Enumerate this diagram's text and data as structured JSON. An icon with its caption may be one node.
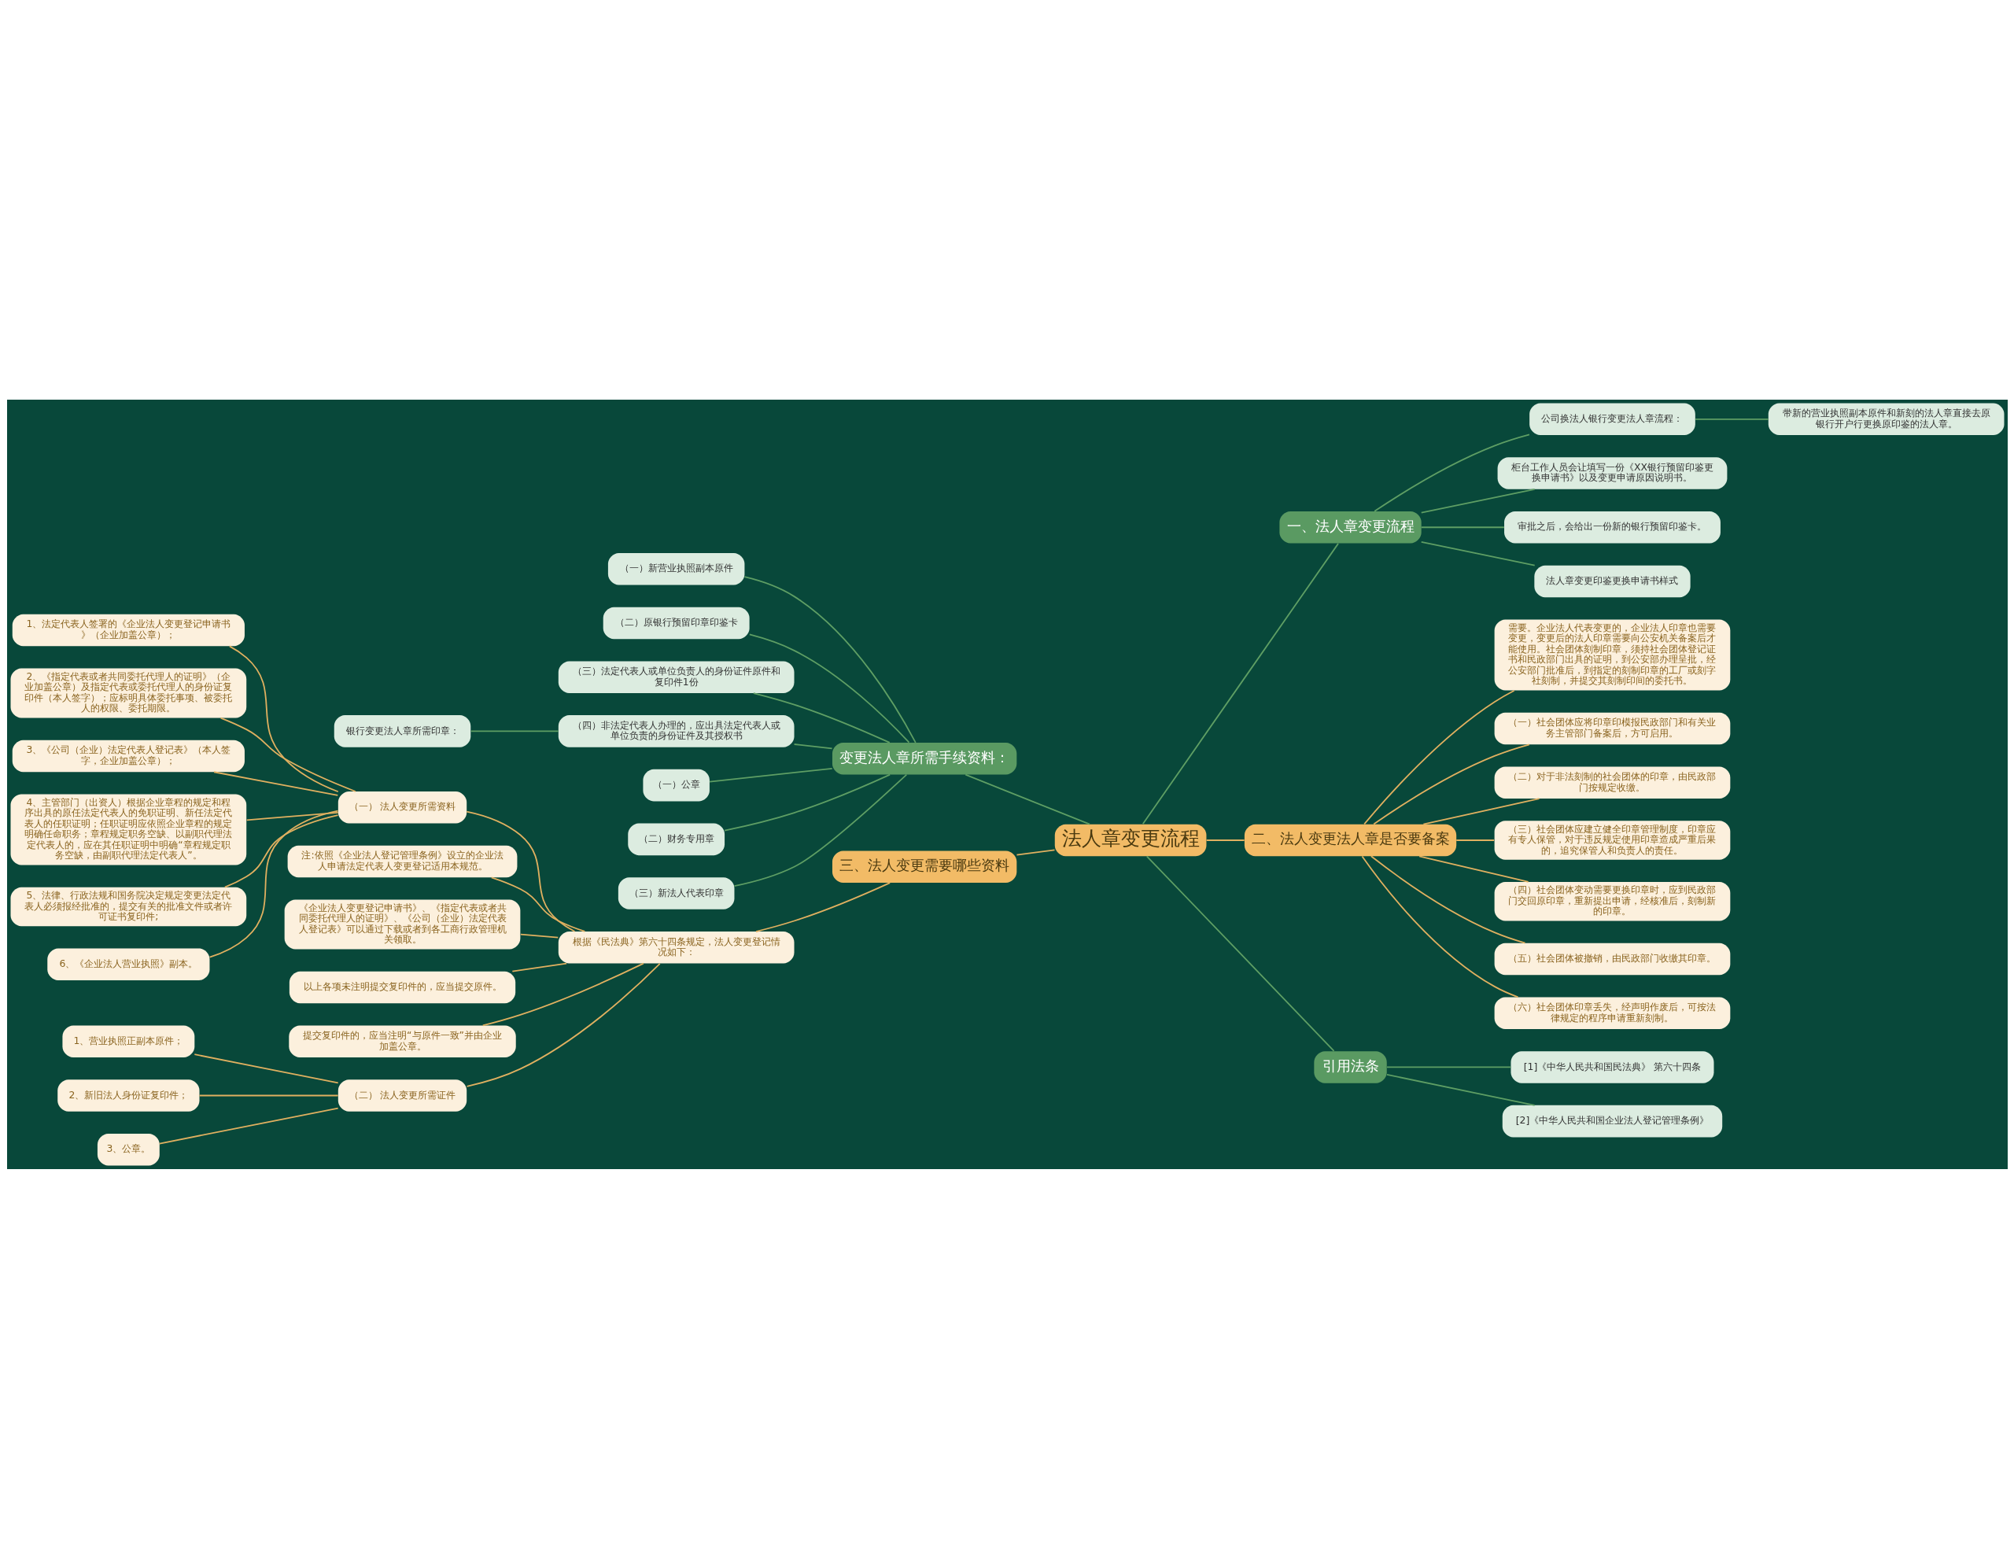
{
  "diagram": {
    "nodes": [
      {
        "text": [
          "法人章变更流程"
        ]
      },
      {
        "text": [
          "变更法人章所需手续资料："
        ]
      },
      {
        "text": [
          "（一）新营业执照副本原件"
        ]
      },
      {
        "text": [
          "（二）原银行预留印章印鉴卡"
        ]
      },
      {
        "text": [
          "（三）法定代表人或单位负责人的身份证件原件和复印件1份"
        ]
      },
      {
        "text": [
          "（四）非法定代表人办理的，应出具法定代表人或单位负责的身份证件及其授权书"
        ]
      },
      {
        "text": [
          "银行变更法人章所需印章："
        ]
      },
      {
        "text": [
          "（一）公章"
        ]
      },
      {
        "text": [
          "（二）财务专用章"
        ]
      },
      {
        "text": [
          "（三）新法人代表印章"
        ]
      },
      {
        "text": [
          "三、法人变更需要哪些资料"
        ]
      },
      {
        "text": [
          "根据《民法典》第六十四条规定，法人变更登记情况如下："
        ]
      },
      {
        "text": [
          "（一） 法人变更所需资料"
        ]
      },
      {
        "text": [
          "1、法定代表人签署的《企业法人变更登记申请书》（企业加盖公章）；"
        ]
      },
      {
        "text": [
          "2、《指定代表或者共同委托代理人的证明》（企业加盖公章）及指定代表或委托代理人的身份证复印件（本人签字）；应标明具体委托事项、被委托人的权限、委托期限。"
        ]
      },
      {
        "text": [
          "3、《公司（企业）法定代表人登记表》（本人签字，企业加盖公章）；"
        ]
      },
      {
        "text": [
          "4、主管部门（出资人）根据企业章程的规定和程序出具的原任法定代表人的免职证明、新任法定代表人的任职证明；任职证明应依照企业章程的规定明确任命职务；章程规定职务空缺、以副职代理法定代表人的，应在其任职证明中明确“章程规定职务空缺，由副职代理法定代表人”。"
        ]
      },
      {
        "text": [
          "5、法律、行政法规和国务院决定规定变更法定代表人必须报经批准的，提交有关的批准文件或者许可证书复印件;"
        ]
      },
      {
        "text": [
          "6、《企业法人营业执照》副本。"
        ]
      },
      {
        "text": [
          "注:依照《企业法人登记管理条例》设立的企业法人申请法定代表人变更登记适用本规范。"
        ]
      },
      {
        "text": [
          "《企业法人变更登记申请书》、《指定代表或者共同委托代理人的证明》、《公司（企业）法定代表人登记表》可以通过下载或者到各工商行政管理机关领取。"
        ]
      },
      {
        "text": [
          "以上各项未注明提交复印件的，应当提交原件。"
        ]
      },
      {
        "text": [
          "提交复印件的，应当注明“与原件一致”并由企业加盖公章。"
        ]
      },
      {
        "text": [
          "（二） 法人变更所需证件"
        ]
      },
      {
        "text": [
          "1、营业执照正副本原件；"
        ]
      },
      {
        "text": [
          "2、新旧法人身份证复印件；"
        ]
      },
      {
        "text": [
          "3、公章。"
        ]
      },
      {
        "text": [
          "一、法人章变更流程"
        ]
      },
      {
        "text": [
          "公司换法人银行变更法人章流程："
        ]
      },
      {
        "text": [
          "带新的营业执照副本原件和新刻的法人章直接去原银行开户行更换原印鉴的法人章。"
        ]
      },
      {
        "text": [
          "柜台工作人员会让填写一份《XX银行预留印鉴更换申请书》以及变更申请原因说明书。"
        ]
      },
      {
        "text": [
          "审批之后，会给出一份新的银行预留印鉴卡。"
        ]
      },
      {
        "text": [
          "法人章变更印鉴更换申请书样式"
        ]
      },
      {
        "text": [
          "二、法人变更法人章是否要备案"
        ]
      },
      {
        "text": [
          "需要。企业法人代表变更的，企业法人印章也需要变更，变更后的法人印章需要向公安机关备案后才能使用。社会团体刻制印章，须持社会团体登记证书和民政部门出具的证明，到公安部办理呈批，经公安部门批准后，到指定的刻制印章的工厂或刻字社刻制，并提交其刻制印间的委托书。"
        ]
      },
      {
        "text": [
          "（一）社会团体应将印章印模报民政部门和有关业务主管部门备案后，方可启用。"
        ]
      },
      {
        "text": [
          "（二）对于非法刻制的社会团体的印章，由民政部门按规定收缴。"
        ]
      },
      {
        "text": [
          "（三）社会团体应建立健全印章管理制度，印章应有专人保管，对于违反规定使用印章造成严重后果的，追究保管人和负责人的责任。"
        ]
      },
      {
        "text": [
          "（四）社会团体变动需要更换印章时，应到民政部门交回原印章，重新提出申请，经核准后，刻制新的印章。"
        ]
      },
      {
        "text": [
          "（五）社会团体被撤销，由民政部门收缴其印章。"
        ]
      },
      {
        "text": [
          "（六）社会团体印章丢失，经声明作废后，可按法律规定的程序申请重新刻制。"
        ]
      },
      {
        "text": [
          "引用法条"
        ]
      },
      {
        "text": [
          "[1]《中华人民共和国民法典》 第六十四条"
        ]
      },
      {
        "text": [
          "[2]《中华人民共和国企业法人登记管理条例》"
        ]
      }
    ],
    "edges": [
      {
        "from": 0,
        "to": 1,
        "arrow": "none",
        "color": "#5e9e64"
      },
      {
        "from": 1,
        "to": 2,
        "arrow": "none",
        "color": "#5e9e64"
      },
      {
        "from": 1,
        "to": 3,
        "arrow": "none",
        "color": "#5e9e64"
      },
      {
        "from": 1,
        "to": 4,
        "arrow": "none",
        "color": "#5e9e64"
      },
      {
        "from": 1,
        "to": 5,
        "arrow": "none",
        "color": "#5e9e64"
      },
      {
        "from": 5,
        "to": 6,
        "arrow": "none",
        "color": "#5e9e64"
      },
      {
        "from": 1,
        "to": 7,
        "arrow": "none",
        "color": "#5e9e64"
      },
      {
        "from": 1,
        "to": 8,
        "arrow": "none",
        "color": "#5e9e64"
      },
      {
        "from": 1,
        "to": 9,
        "arrow": "none",
        "color": "#5e9e64"
      },
      {
        "from": 0,
        "to": 10,
        "arrow": "none"
      },
      {
        "from": 10,
        "to": 11,
        "arrow": "none"
      },
      {
        "from": 11,
        "to": 12,
        "arrow": "none"
      },
      {
        "from": 12,
        "to": 13,
        "arrow": "none"
      },
      {
        "from": 12,
        "to": 14,
        "arrow": "none"
      },
      {
        "from": 12,
        "to": 15,
        "arrow": "none"
      },
      {
        "from": 12,
        "to": 16,
        "arrow": "none"
      },
      {
        "from": 12,
        "to": 17,
        "arrow": "none"
      },
      {
        "from": 12,
        "to": 18,
        "arrow": "none"
      },
      {
        "from": 11,
        "to": 19,
        "arrow": "none"
      },
      {
        "from": 11,
        "to": 20,
        "arrow": "none"
      },
      {
        "from": 11,
        "to": 21,
        "arrow": "none"
      },
      {
        "from": 11,
        "to": 22,
        "arrow": "none"
      },
      {
        "from": 11,
        "to": 23,
        "arrow": "none"
      },
      {
        "from": 23,
        "to": 24,
        "arrow": "none"
      },
      {
        "from": 23,
        "to": 25,
        "arrow": "none"
      },
      {
        "from": 23,
        "to": 26,
        "arrow": "none"
      },
      {
        "from": 0,
        "to": 27,
        "arrow": "none",
        "color": "#5e9e64"
      },
      {
        "from": 27,
        "to": 28,
        "arrow": "none",
        "color": "#5e9e64"
      },
      {
        "from": 28,
        "to": 29,
        "arrow": "none",
        "color": "#5e9e64"
      },
      {
        "from": 27,
        "to": 30,
        "arrow": "none",
        "color": "#5e9e64"
      },
      {
        "from": 27,
        "to": 31,
        "arrow": "none",
        "color": "#5e9e64"
      },
      {
        "from": 27,
        "to": 32,
        "arrow": "none",
        "color": "#5e9e64"
      },
      {
        "from": 0,
        "to": 33,
        "arrow": "none"
      },
      {
        "from": 33,
        "to": 34,
        "arrow": "none"
      },
      {
        "from": 33,
        "to": 35,
        "arrow": "none"
      },
      {
        "from": 33,
        "to": 36,
        "arrow": "none"
      },
      {
        "from": 33,
        "to": 37,
        "arrow": "none"
      },
      {
        "from": 33,
        "to": 38,
        "arrow": "none"
      },
      {
        "from": 33,
        "to": 39,
        "arrow": "none"
      },
      {
        "from": 33,
        "to": 40,
        "arrow": "none"
      },
      {
        "from": 0,
        "to": 41,
        "arrow": "none",
        "color": "#5e9e64"
      },
      {
        "from": 41,
        "to": 42,
        "arrow": "none",
        "color": "#5e9e64"
      },
      {
        "from": 41,
        "to": 43,
        "arrow": "none",
        "color": "#5e9e64"
      }
    ]
  }
}
